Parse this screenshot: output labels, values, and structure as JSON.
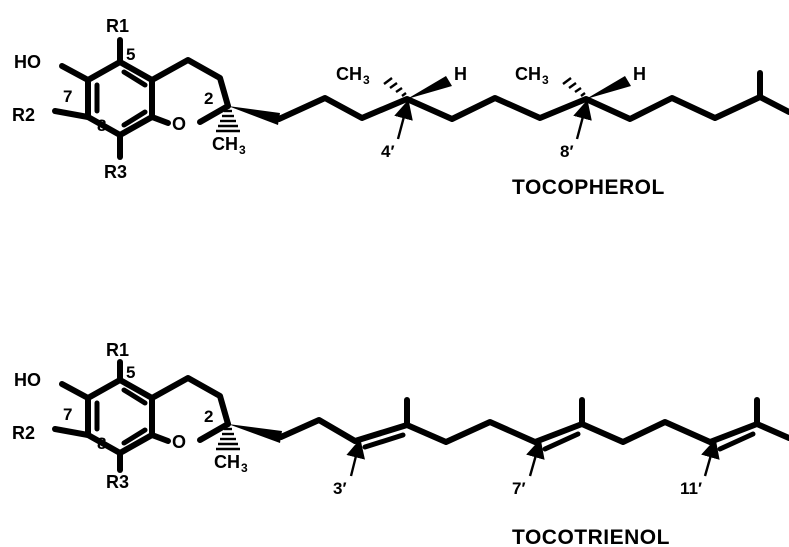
{
  "tocopherol": {
    "title": "TOCOPHEROL",
    "substituents": {
      "r1": "R1",
      "r2": "R2",
      "r3": "R3",
      "hydroxyl": "HO",
      "ring_oxygen": "O"
    },
    "ring_positions": {
      "p5": "5",
      "p7": "7",
      "p8": "8",
      "p2": "2"
    },
    "methyl": {
      "main": "CH",
      "sub": "3"
    },
    "hydrogen": "H",
    "chain_positions": [
      "4′",
      "8′"
    ]
  },
  "tocotrienol": {
    "title": "TOCOTRIENOL",
    "substituents": {
      "r1": "R1",
      "r2": "R2",
      "r3": "R3",
      "hydroxyl": "HO",
      "ring_oxygen": "O"
    },
    "ring_positions": {
      "p5": "5",
      "p7": "7",
      "p8": "8",
      "p2": "2"
    },
    "methyl": {
      "main": "CH",
      "sub": "3"
    },
    "chain_positions": [
      "3′",
      "7′",
      "11′"
    ]
  }
}
